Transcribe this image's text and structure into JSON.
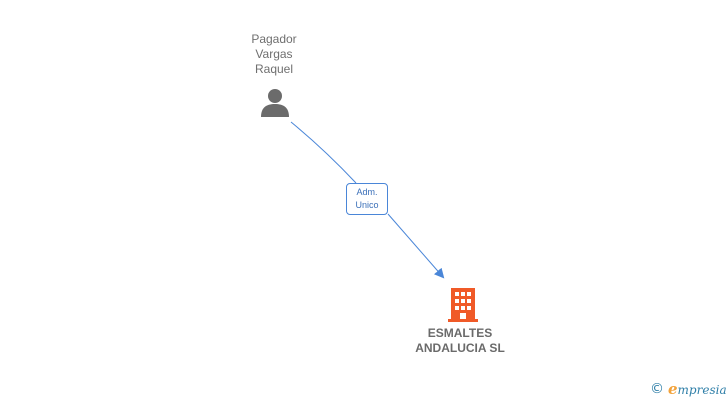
{
  "person": {
    "name_lines": [
      "Pagador",
      "Vargas",
      "Raquel"
    ],
    "icon": "person-icon"
  },
  "relation": {
    "label_lines": [
      "Adm.",
      "Unico"
    ],
    "color": "#4a86d8"
  },
  "company": {
    "name_lines": [
      "ESMALTES",
      "ANDALUCIA SL"
    ],
    "icon": "building-icon",
    "color": "#f05a28"
  },
  "brand": {
    "symbol": "©",
    "logo_first": "e",
    "logo_rest": "mpresia"
  }
}
